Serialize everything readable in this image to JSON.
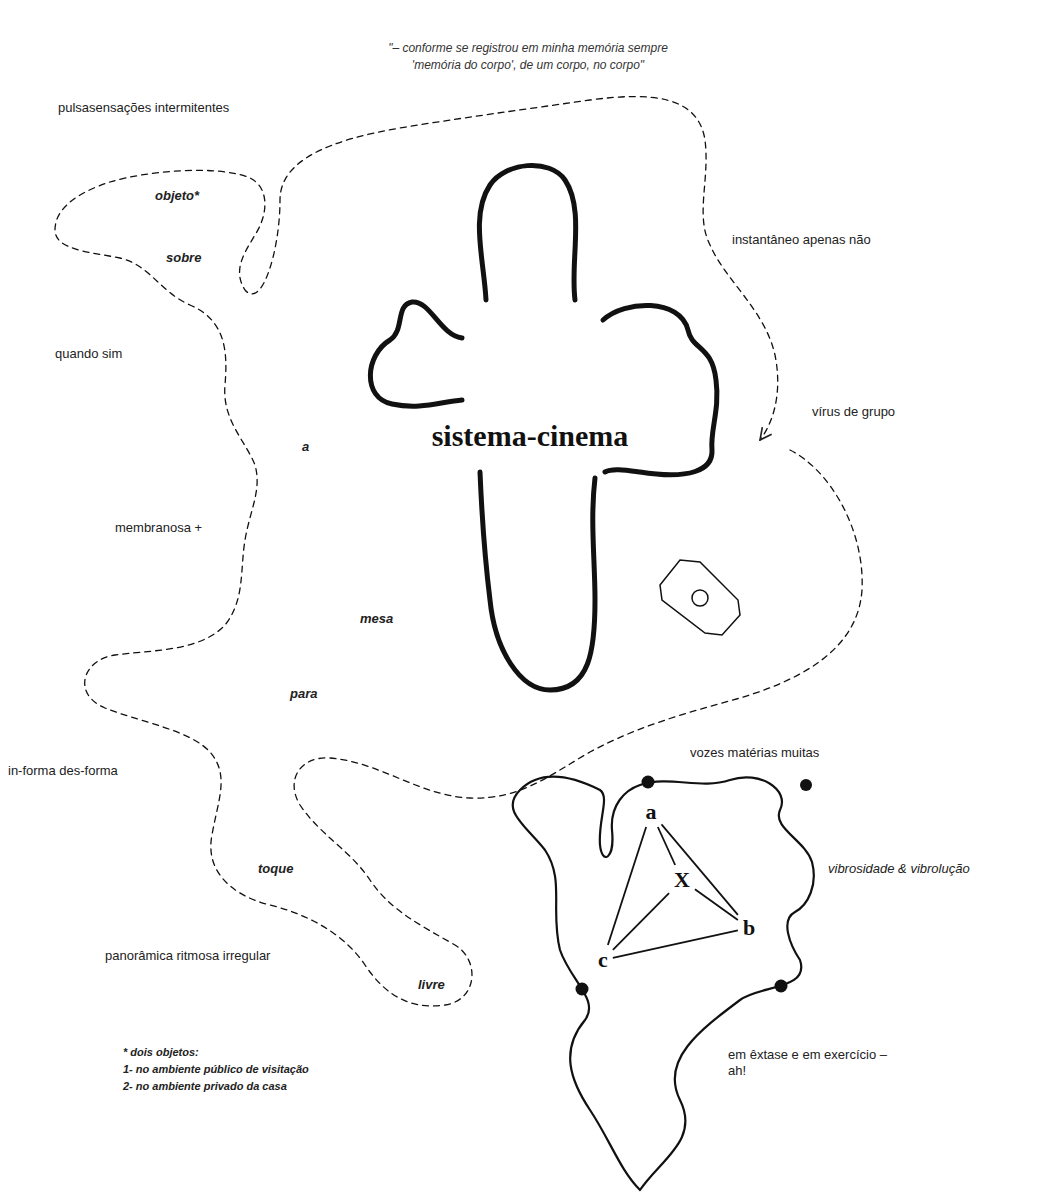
{
  "diagram": {
    "nodes": [
      {
        "text": [
          "objeto*",
          "sobre",
          "a",
          "mesa",
          "para",
          "toque",
          "livre"
        ]
      },
      {
        "text": [
          "sistema-cinema"
        ],
        "in": 0
      },
      {
        "text": [
          "a"
        ]
      },
      {
        "text": [
          "X"
        ]
      },
      {
        "text": [
          "b"
        ]
      },
      {
        "text": [
          "c"
        ]
      }
    ],
    "edges": [
      {
        "from": 2,
        "to": 3,
        "arrow": "none"
      },
      {
        "from": 2,
        "to": 4,
        "arrow": "none"
      },
      {
        "from": 2,
        "to": 5,
        "arrow": "none"
      },
      {
        "from": 3,
        "to": 4,
        "arrow": "none"
      },
      {
        "from": 3,
        "to": 5,
        "arrow": "none"
      },
      {
        "from": 5,
        "to": 4,
        "arrow": "none"
      }
    ],
    "labels": [
      "\"– conforme se registrou em minha memória sempre 'memória do corpo', de um corpo, no corpo\"",
      "pulsasensações intermitentes",
      "instantâneo apenas não",
      "quando sim",
      "vírus de grupo",
      "membranosa +",
      "in-forma des-forma",
      "vozes matérias muitas",
      "vibrosidade & vibrolução",
      "panorâmica ritmosa irregular",
      "em êxtase e em exercício – ah!",
      "* dois objetos:",
      "1- no ambiente público de visitação",
      "2- no ambiente privado da casa"
    ]
  }
}
